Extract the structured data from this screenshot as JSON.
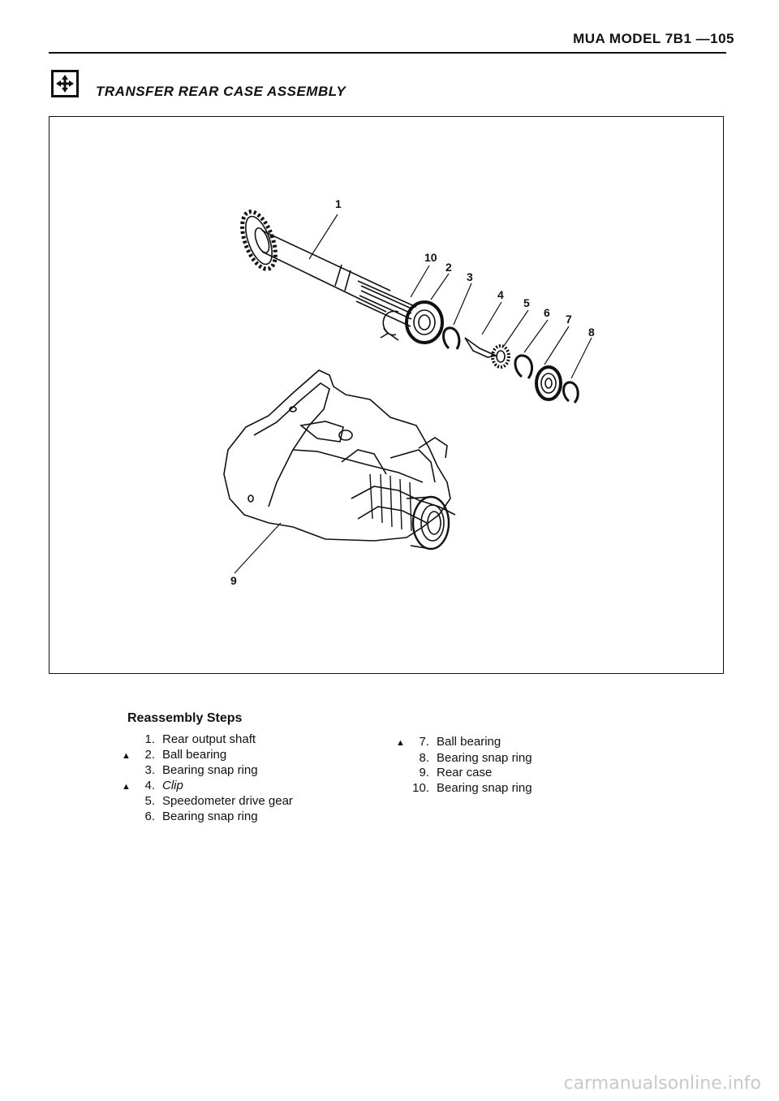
{
  "header": {
    "title": "MUA MODEL  7B1 —105"
  },
  "section": {
    "title": "TRANSFER REAR CASE ASSEMBLY"
  },
  "figure": {
    "callouts": [
      "1",
      "10",
      "2",
      "3",
      "4",
      "5",
      "6",
      "7",
      "8",
      "9"
    ]
  },
  "steps": {
    "heading": "Reassembly Steps",
    "left": [
      {
        "marker": "",
        "num": "1.",
        "label": "Rear output shaft"
      },
      {
        "marker": "▲",
        "num": "2.",
        "label": "Ball bearing"
      },
      {
        "marker": "",
        "num": "3.",
        "label": "Bearing snap ring"
      },
      {
        "marker": "▲",
        "num": "4.",
        "label": "Clip"
      },
      {
        "marker": "",
        "num": "5.",
        "label": "Speedometer drive gear"
      },
      {
        "marker": "",
        "num": "6.",
        "label": "Bearing snap ring"
      }
    ],
    "right": [
      {
        "marker": "▲",
        "num": "7.",
        "label": "Ball bearing"
      },
      {
        "marker": "",
        "num": "8.",
        "label": "Bearing snap ring"
      },
      {
        "marker": "",
        "num": "9.",
        "label": "Rear case"
      },
      {
        "marker": "",
        "num": "10.",
        "label": "Bearing snap ring"
      }
    ]
  },
  "footer": {
    "watermark": "carmanualsonline.info"
  }
}
